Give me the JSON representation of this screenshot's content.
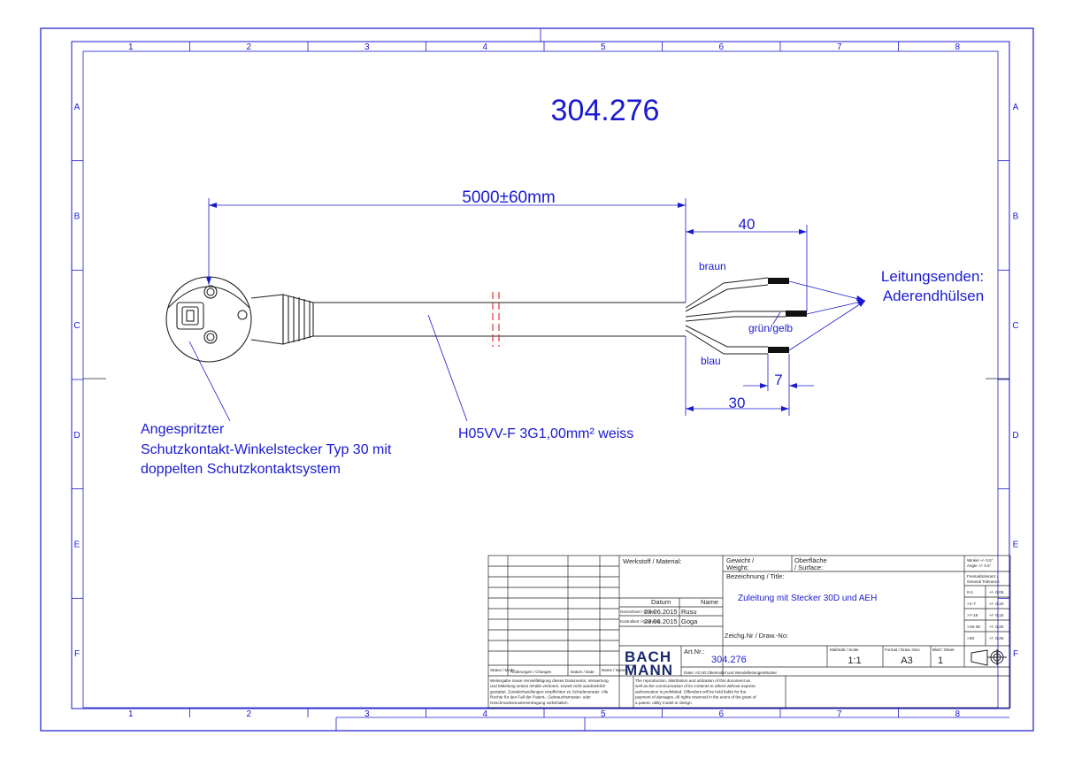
{
  "title": "304.276",
  "border": {
    "columns": [
      "1",
      "2",
      "3",
      "4",
      "5",
      "6",
      "7",
      "8"
    ],
    "rows": [
      "A",
      "B",
      "C",
      "D",
      "E",
      "F"
    ]
  },
  "drawing": {
    "length_dim": "5000±60mm",
    "dim_40": "40",
    "dim_30": "30",
    "dim_7": "7",
    "wire_braun": "braun",
    "wire_gruengelb": "grün/gelb",
    "wire_blau": "blau",
    "ends_label_1": "Leitungsenden:",
    "ends_label_2": "Aderendhülsen",
    "plug_label_1": "Angespritzter",
    "plug_label_2": "Schutzkontakt-Winkelstecker Typ 30 mit",
    "plug_label_3": "doppelten Schutzkontaktsystem",
    "cable_label": "H05VV-F 3G1,00mm² weiss"
  },
  "title_block": {
    "werkstoff": "Werkstoff / Material:",
    "gewicht_1": "Gewicht /",
    "gewicht_2": "Weight:",
    "oberflaeche_1": "Oberfläche",
    "oberflaeche_2": "/ Surface:",
    "bezeichnung": "Bezeichnung / Title:",
    "title_value": "Zuleitung mit Stecker 30D und AEH",
    "datum": "Datum",
    "name": "Name",
    "gezeichnet": "Gezeichnet / Drawn",
    "date_drawn": "23.06.2015",
    "name_drawn": "Rusu",
    "kontrolliert": "Kontrolliert / Examined",
    "date_checked": "23.06.2015",
    "name_checked": "Goga",
    "zeichnr": "Zeichg.Nr / Draw.-No:",
    "artnr_label": "Art.Nr.:",
    "artnr": "304.276",
    "massstab_label": "Maßstab / Scale",
    "massstab": "1:1",
    "format_label": "Format / Draw.-Size",
    "format": "A3",
    "blatt_label": "Blatt / Sheet",
    "blatt": "1",
    "logo_1": "BACH",
    "logo_2": "MANN",
    "datei": "Datei: ACAD:ÜberKabel und WendelleitungenMuster",
    "status": "Status / Mode",
    "aenderungen": "Änderungen / Changes",
    "datum_date": "Datum / Date",
    "name_short": "Name / Name",
    "winkel_1": "Winkel +/- 0,5°",
    "winkel_2": "Angle +/- 0,5°",
    "freimass_1": "Freimaßtoleranz /",
    "freimass_2": "General Tolerance",
    "tolerances": [
      [
        "0-1",
        "+/- 0,05"
      ],
      [
        ">1-7",
        "+/- 0,10"
      ],
      [
        ">7-15",
        "+/- 0,15"
      ],
      [
        ">15-30",
        "+/- 0,20"
      ],
      [
        ">30",
        "+/- 0,25"
      ]
    ],
    "legal_de": [
      "Weitergabe sowie Vervielfältigung dieses Dokuments, Verwertung",
      "und Mitteilung seines Inhalts verboten, soweit nicht ausdrücklich",
      "gestattet. Zuwiderhandlungen verpflichten zu Schadenersatz. Alle",
      "Rechte für den Fall der Patent-, Gebrauchsmuster- oder",
      "Geschmacksmustereintragung vorbehalten."
    ],
    "legal_en": [
      "The reproduction, distribution and utilization of this document as",
      "well as the communication of its contents to others without express",
      "authorization is prohibited. Offenders will be held liable for the",
      "payment of damages. All rights reserved in the event of the grant of",
      "a patent, utility model or design."
    ]
  },
  "colors": {
    "frame": "#1a1ad0",
    "drawing": "#222222",
    "break_mark": "#e02020"
  }
}
